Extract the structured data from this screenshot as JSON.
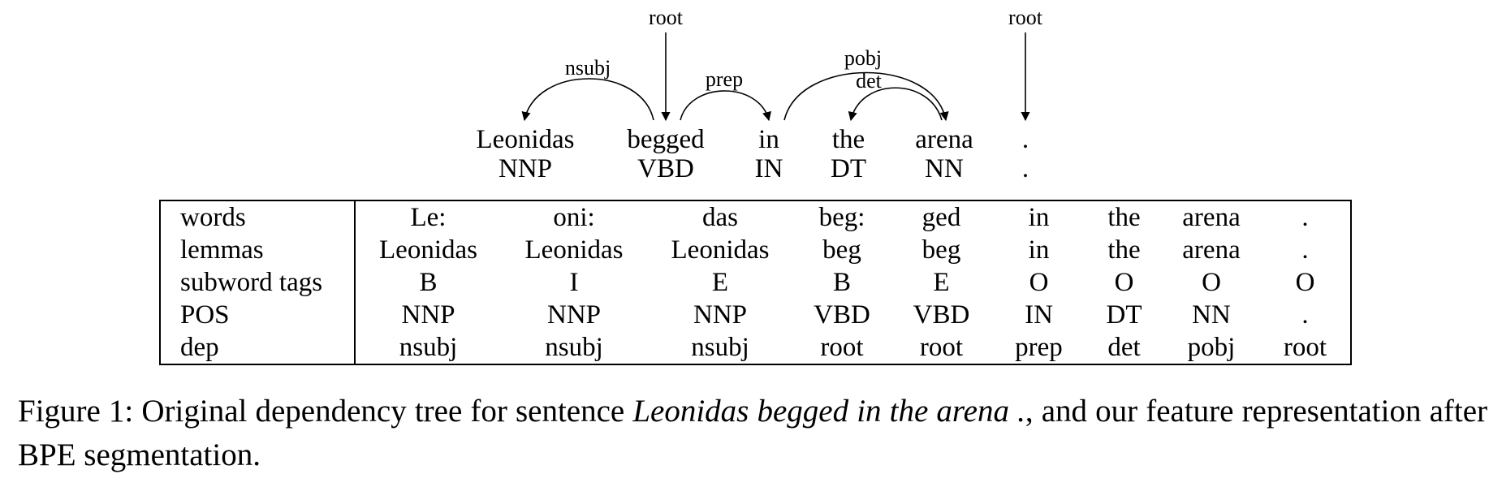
{
  "sentence": {
    "words": [
      "Leonidas",
      "begged",
      "in",
      "the",
      "arena",
      "."
    ],
    "tags": [
      "NNP",
      "VBD",
      "IN",
      "DT",
      "NN",
      "."
    ]
  },
  "arcs": [
    {
      "label": "nsubj",
      "from": "begged",
      "to": "Leonidas"
    },
    {
      "label": "prep",
      "from": "begged",
      "to": "in"
    },
    {
      "label": "pobj",
      "from": "in",
      "to": "arena"
    },
    {
      "label": "det",
      "from": "arena",
      "to": "the"
    }
  ],
  "roots": [
    {
      "label": "root",
      "to": "begged"
    },
    {
      "label": "root",
      "to": "."
    }
  ],
  "table": {
    "rows": [
      {
        "label": "words",
        "cells": [
          "Le:",
          "oni:",
          "das",
          "beg:",
          "ged",
          "in",
          "the",
          "arena",
          "."
        ]
      },
      {
        "label": "lemmas",
        "cells": [
          "Leonidas",
          "Leonidas",
          "Leonidas",
          "beg",
          "beg",
          "in",
          "the",
          "arena",
          "."
        ]
      },
      {
        "label": "subword tags",
        "cells": [
          "B",
          "I",
          "E",
          "B",
          "E",
          "O",
          "O",
          "O",
          "O"
        ]
      },
      {
        "label": "POS",
        "cells": [
          "NNP",
          "NNP",
          "NNP",
          "VBD",
          "VBD",
          "IN",
          "DT",
          "NN",
          "."
        ]
      },
      {
        "label": "dep",
        "cells": [
          "nsubj",
          "nsubj",
          "nsubj",
          "root",
          "root",
          "prep",
          "det",
          "pobj",
          "root"
        ]
      }
    ]
  },
  "caption": {
    "prefix": "Figure 1: Original dependency tree for sentence ",
    "sentence": "Leonidas begged in the arena .",
    "suffix": ", and our feature representation after BPE segmentation."
  }
}
